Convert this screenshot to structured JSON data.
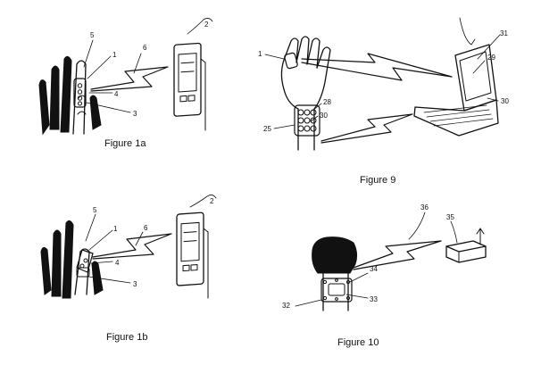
{
  "figures": {
    "fig1a": {
      "caption": "Figure 1a",
      "labels": {
        "l5": "5",
        "l1": "1",
        "l6": "6",
        "l2": "2",
        "l4": "4",
        "l3": "3"
      }
    },
    "fig1b": {
      "caption": "Figure 1b",
      "labels": {
        "l5": "5",
        "l1": "1",
        "l6": "6",
        "l2": "2",
        "l4": "4",
        "l3": "3"
      }
    },
    "fig9": {
      "caption": "Figure 9",
      "labels": {
        "l1": "1",
        "l31": "31",
        "l29": "29",
        "l30a": "30",
        "l28": "28",
        "l30b": "30",
        "l25": "25"
      }
    },
    "fig10": {
      "caption": "Figure 10",
      "labels": {
        "l36": "36",
        "l35": "35",
        "l34": "34",
        "l33": "33",
        "l32": "32"
      }
    }
  }
}
